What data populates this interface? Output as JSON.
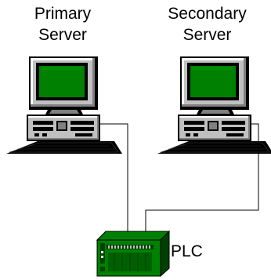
{
  "servers": [
    {
      "id": "primary",
      "label_line1": "Primary",
      "label_line2": "Server"
    },
    {
      "id": "secondary",
      "label_line1": "Secondary",
      "label_line2": "Server"
    }
  ],
  "plc": {
    "label": "PLC"
  },
  "colors": {
    "screen": "#008000",
    "screen_edge": "#000000",
    "casing": "#c0c0c0",
    "casing_shadow": "#808080",
    "keyboard": "#000000",
    "plc_body": "#008000",
    "plc_dark": "#004000",
    "cable": "#000000"
  },
  "icons": [
    "computer-icon",
    "computer-icon",
    "plc-device-icon"
  ]
}
